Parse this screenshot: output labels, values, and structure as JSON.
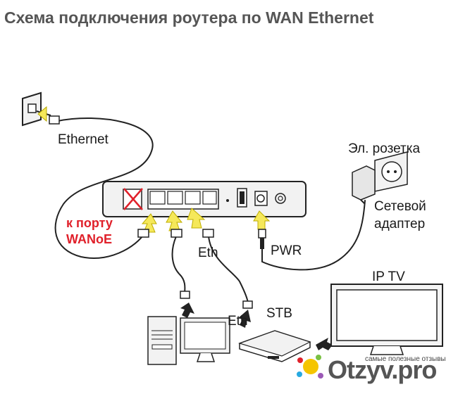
{
  "diagram": {
    "title": "Схема подключения роутера по WAN Ethernet",
    "labels": {
      "ethernet": "Ethernet",
      "outlet": "Эл. розетка",
      "adapter_line1": "Сетевой",
      "adapter_line2": "адаптер",
      "wan_line1": "к порту",
      "wan_line2": "WANoE",
      "eth_lan": "Eth",
      "pwr": "PWR",
      "iptv": "IP TV",
      "stb": "STB",
      "eth_stb": "Eth"
    }
  },
  "watermark": {
    "tagline": "самые полезные отзывы",
    "logo": "Otzyv.pro"
  },
  "colors": {
    "accent_red": "#e0202a",
    "arrow_yellow": "#f5e85a",
    "line": "#222222"
  }
}
